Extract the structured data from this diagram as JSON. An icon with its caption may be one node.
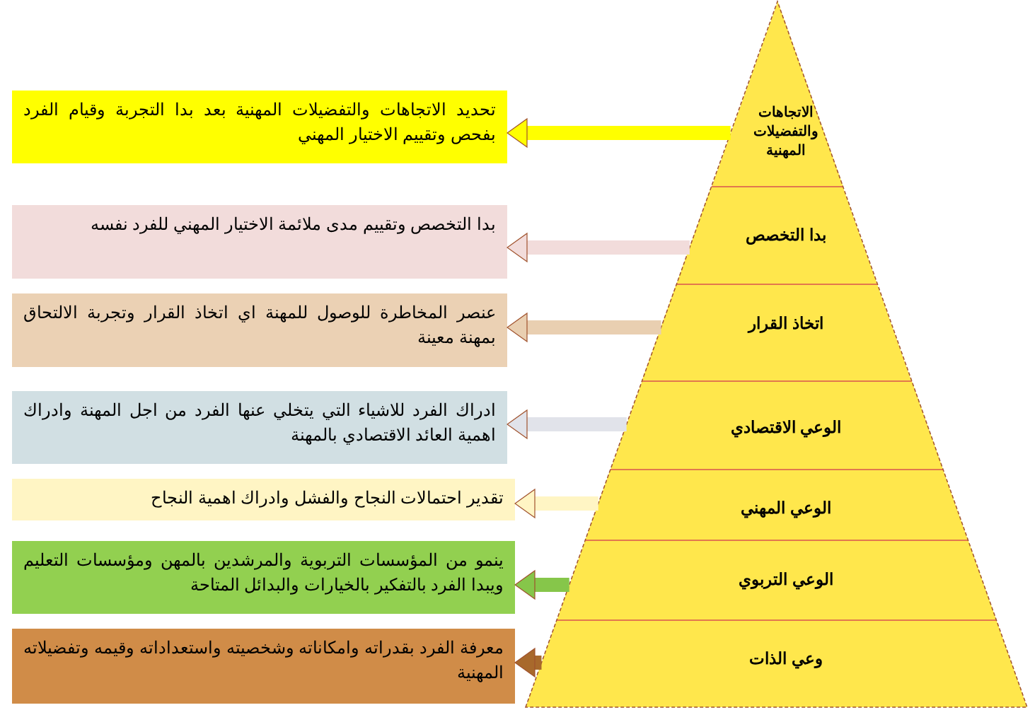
{
  "diagram": {
    "nodes": [
      {
        "text": [
          "الاتجاهات والتفضيلات المهنية"
        ]
      },
      {
        "text": [
          "بدا التخصص"
        ]
      },
      {
        "text": [
          "اتخاذ القرار"
        ]
      },
      {
        "text": [
          "الوعي الاقتصادي"
        ]
      },
      {
        "text": [
          "الوعي المهني"
        ]
      },
      {
        "text": [
          "الوعي التربوي"
        ]
      },
      {
        "text": [
          "وعي الذات"
        ]
      },
      {
        "text": [
          "تحديد الاتجاهات والتفضيلات المهنية بعد بدا التجربة وقيام الفرد بفحص وتقييم الاختيار المهني"
        ]
      },
      {
        "text": [
          "بدا التخصص وتقييم مدى ملائمة الاختيار المهني للفرد نفسه"
        ]
      },
      {
        "text": [
          "عنصر المخاطرة للوصول للمهنة اي اتخاذ القرار وتجربة الالتحاق بمهنة معينة"
        ]
      },
      {
        "text": [
          "ادراك الفرد للاشياء التي يتخلي عنها الفرد من اجل المهنة وادراك اهمية العائد الاقتصادي بالمهنة"
        ]
      },
      {
        "text": [
          "تقدير احتمالات النجاح والفشل وادراك اهمية النجاح"
        ]
      },
      {
        "text": [
          "ينمو من المؤسسات التربوية والمرشدين بالمهن ومؤسسات التعليم ويبدا الفرد بالتفكير بالخيارات والبدائل المتاحة"
        ]
      },
      {
        "text": [
          "معرفة الفرد بقدراته وامكاناته وشخصيته واستعداداته وقيمه وتفضيلاته المهنية"
        ]
      }
    ],
    "edges": [
      {
        "from": 0,
        "to": 7,
        "arrow": "to",
        "color": "#ffff00"
      },
      {
        "from": 1,
        "to": 8,
        "arrow": "to",
        "color": "#f2dcdb"
      },
      {
        "from": 2,
        "to": 9,
        "arrow": "to",
        "color": "#e9cfb1"
      },
      {
        "from": 3,
        "to": 10,
        "arrow": "to",
        "color": "#e1e3ea"
      },
      {
        "from": 4,
        "to": 11,
        "arrow": "to",
        "color": "#fff5c4"
      },
      {
        "from": 5,
        "to": 12,
        "arrow": "to",
        "color": "#86c64a"
      },
      {
        "from": 6,
        "to": 13,
        "arrow": "to",
        "color": "#a8692c"
      }
    ]
  }
}
